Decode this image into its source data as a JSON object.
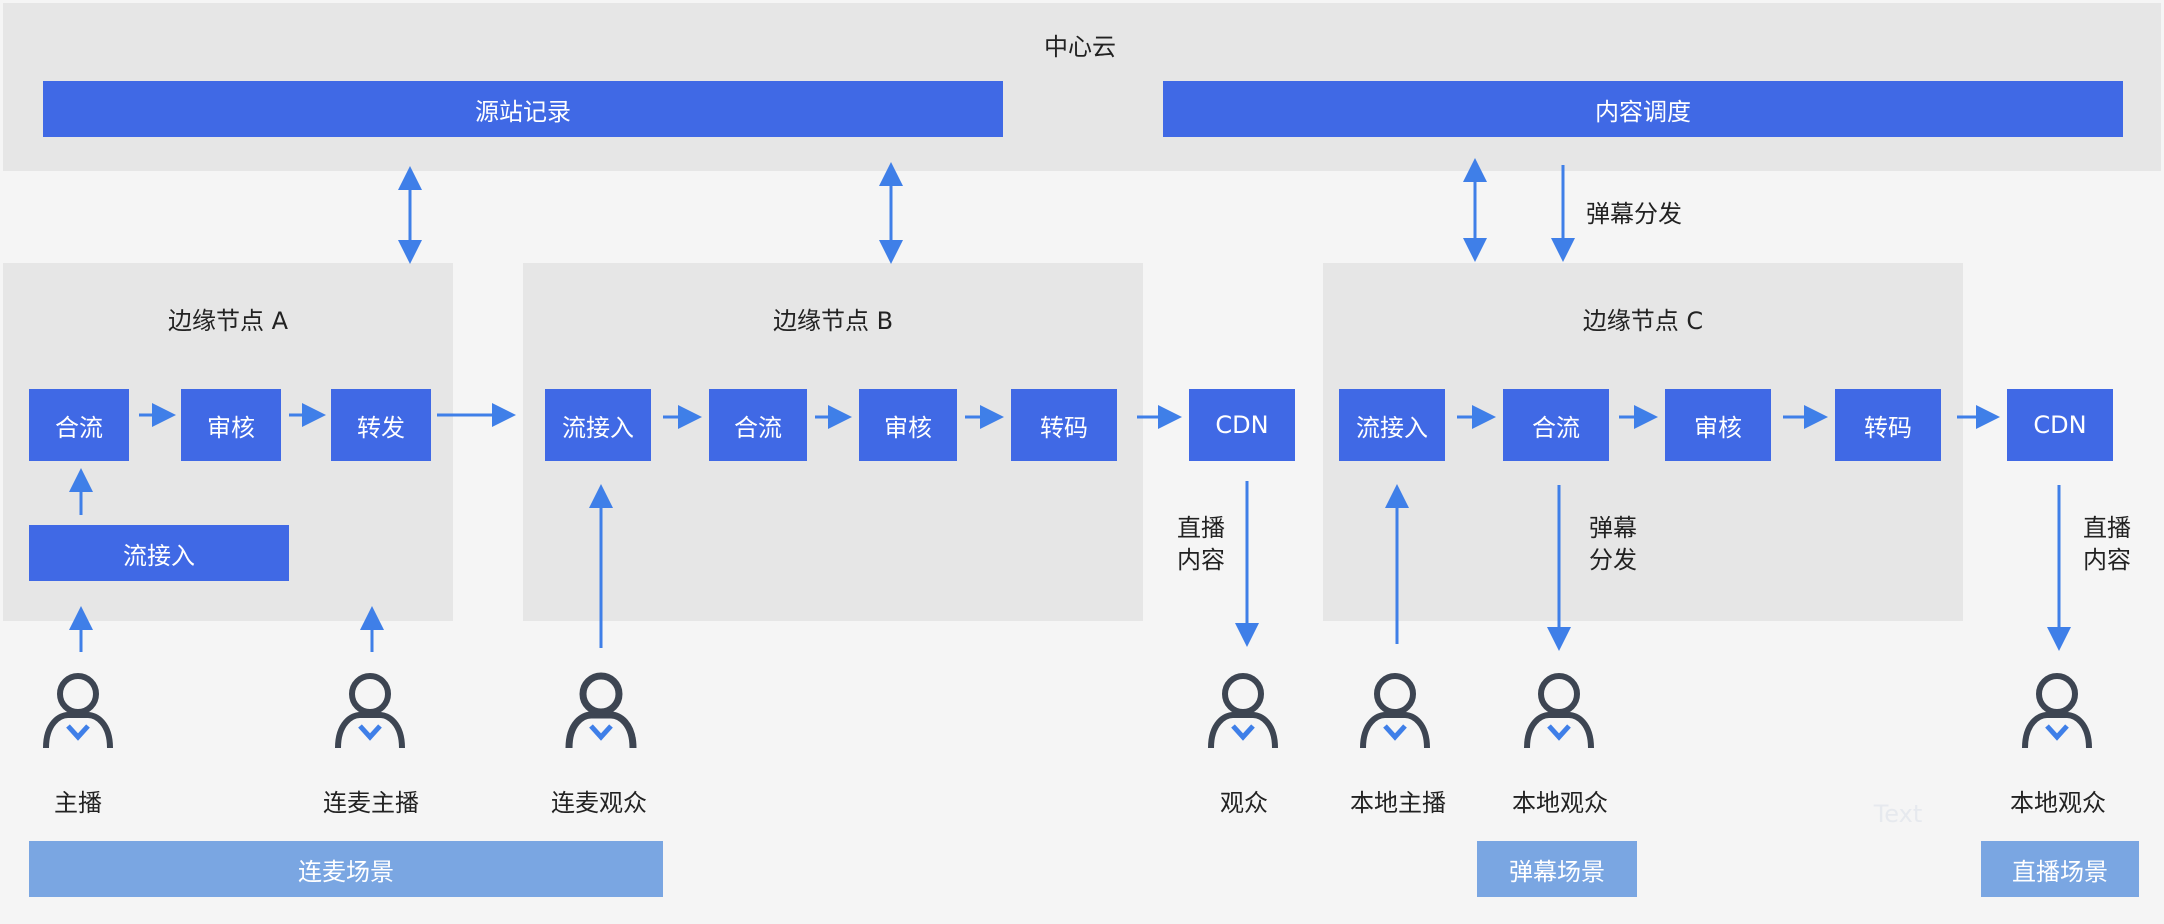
{
  "central_cloud": {
    "title": "中心云",
    "left_bar": "源站记录",
    "right_bar": "内容调度"
  },
  "annotations": {
    "danmu_dispatch_top": "弹幕分发"
  },
  "node_a": {
    "title": "边缘节点 A",
    "boxes": {
      "merge": "合流",
      "review": "审核",
      "forward": "转发",
      "ingest": "流接入"
    }
  },
  "node_b": {
    "title": "边缘节点 B",
    "boxes": {
      "ingest": "流接入",
      "merge": "合流",
      "review": "审核",
      "transcode": "转码"
    }
  },
  "cdn_mid": "CDN",
  "live_content_mid": "直播\n内容",
  "node_c": {
    "title": "边缘节点 C",
    "boxes": {
      "ingest": "流接入",
      "merge": "合流",
      "review": "审核",
      "transcode": "转码"
    },
    "danmu_dispatch": "弹幕\n分发"
  },
  "cdn_right": "CDN",
  "live_content_right": "直播\n内容",
  "users": {
    "host": "主播",
    "co_host": "连麦主播",
    "co_viewer": "连麦观众",
    "viewer": "观众",
    "local_host": "本地主播",
    "local_viewer_mid": "本地观众",
    "local_viewer_right": "本地观众"
  },
  "scenes": {
    "lianmai": "连麦场景",
    "danmu": "弹幕场景",
    "live": "直播场景"
  },
  "placeholder_text": "Text",
  "colors": {
    "primary_blue": "#4069e5",
    "arrow_blue": "#3f7fe8",
    "scene_blue": "#7aa6e2",
    "panel_gray": "#e6e6e6",
    "user_dark": "#3d4552"
  }
}
